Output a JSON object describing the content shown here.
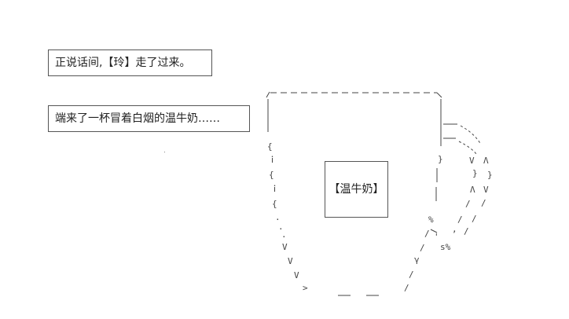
{
  "captions": {
    "line1": "正说话间,【玲】走了过来。",
    "line2": "端来了一杯冒着白烟的温牛奶……"
  },
  "cup": {
    "label": "【温牛奶】",
    "steam_marks": [
      "%",
      "s%"
    ]
  }
}
